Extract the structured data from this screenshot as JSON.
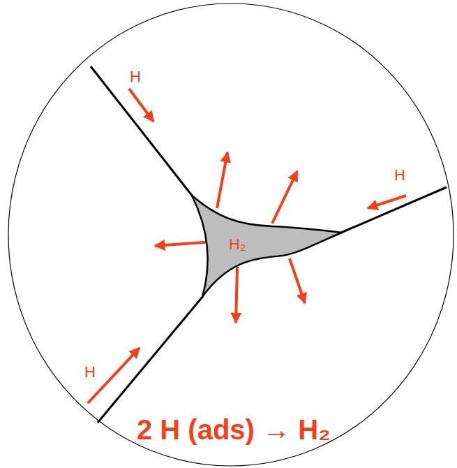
{
  "diagram": {
    "nodes": [
      {
        "text": [
          "H₂"
        ]
      }
    ],
    "labels": [
      "H",
      "H",
      "H",
      "2 H (ads) → H₂"
    ]
  }
}
